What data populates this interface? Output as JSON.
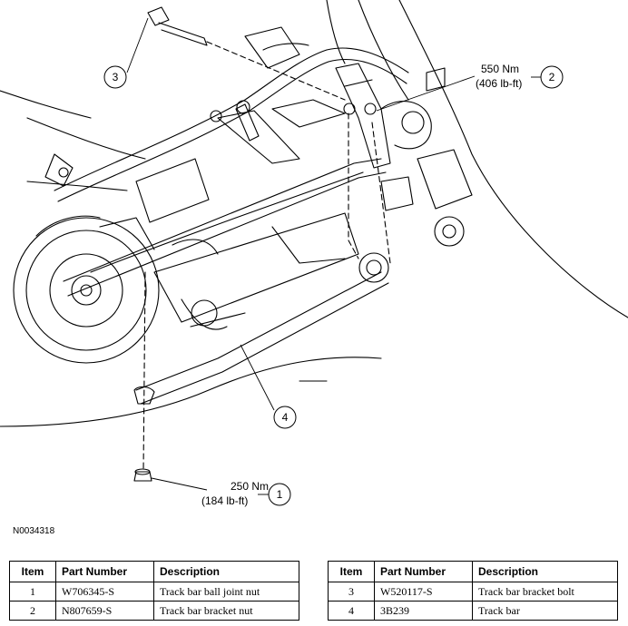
{
  "figure_id": "N0034318",
  "callouts": [
    {
      "num": "1",
      "torque_nm": "250 Nm",
      "torque_lbft": "(184 lb-ft)"
    },
    {
      "num": "2",
      "torque_nm": "550 Nm",
      "torque_lbft": "(406 lb-ft)"
    },
    {
      "num": "3"
    },
    {
      "num": "4"
    }
  ],
  "table": {
    "headers": {
      "item": "Item",
      "part_number": "Part Number",
      "description": "Description"
    },
    "left_rows": [
      {
        "item": "1",
        "part_number": "W706345-S",
        "description": "Track bar ball joint nut"
      },
      {
        "item": "2",
        "part_number": "N807659-S",
        "description": "Track bar bracket nut"
      }
    ],
    "right_rows": [
      {
        "item": "3",
        "part_number": "W520117-S",
        "description": "Track bar bracket bolt"
      },
      {
        "item": "4",
        "part_number": "3B239",
        "description": "Track bar"
      }
    ]
  }
}
